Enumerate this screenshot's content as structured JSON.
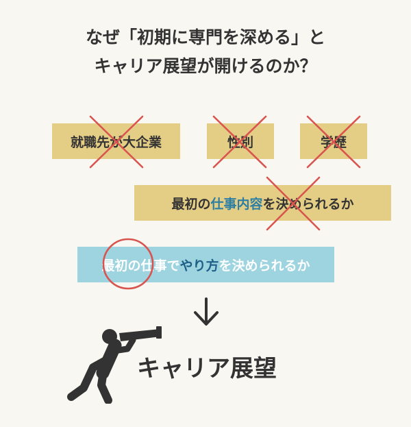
{
  "heading": {
    "line1": "なぜ「初期に専門を深める」と",
    "line2": "キャリア展望が開けるのか？"
  },
  "crossed_factors": [
    {
      "label": "就職先が大企業"
    },
    {
      "label": "性別"
    },
    {
      "label": "学歴"
    }
  ],
  "old_criterion": {
    "prefix": "最初の",
    "highlight": "仕事内容",
    "suffix": "を決められるか"
  },
  "new_criterion": {
    "prefix": "最初の仕事で",
    "highlight": "やり方",
    "suffix": "を決められるか"
  },
  "result": {
    "label": "キャリア展望"
  },
  "colors": {
    "tan_box": "#e4cd85",
    "blue_box": "#9dd4df",
    "cross_mark": "#d9534f",
    "highlight_text": "#2c7fa3",
    "dark_text": "#333333"
  },
  "icons": {
    "arrow": "arrow-down-icon",
    "figure": "person-with-telescope-icon"
  }
}
